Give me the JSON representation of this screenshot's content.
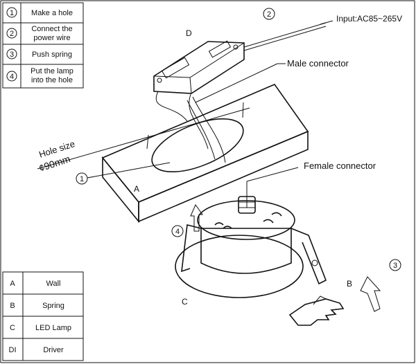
{
  "steps_table": {
    "rows": [
      {
        "num": "1",
        "line1": "Make a hole",
        "line2": ""
      },
      {
        "num": "2",
        "line1": "Connect the",
        "line2": "power wire"
      },
      {
        "num": "3",
        "line1": "Push spring",
        "line2": ""
      },
      {
        "num": "4",
        "line1": "Put the lamp",
        "line2": "into the hole"
      }
    ]
  },
  "legend_table": {
    "rows": [
      {
        "key": "A",
        "value": "Wall"
      },
      {
        "key": "B",
        "value": "Spring"
      },
      {
        "key": "C",
        "value": "LED Lamp"
      },
      {
        "key": "DI",
        "value": "Driver"
      }
    ]
  },
  "labels": {
    "input": "Input:AC85~265V",
    "male_connector": "Male connector",
    "female_connector": "Female connector",
    "hole_size": "Hole size",
    "hole_dim": "¢90mm",
    "driver_letter": "D",
    "wall_letter": "A",
    "spring_letter": "B",
    "lamp_letter": "C",
    "callout_1": "1",
    "callout_2": "2",
    "callout_3": "3",
    "callout_4": "4"
  }
}
